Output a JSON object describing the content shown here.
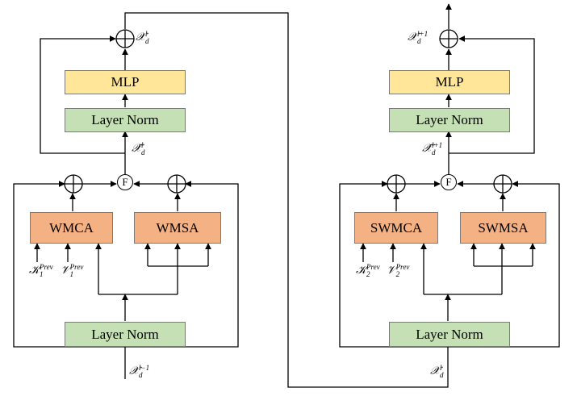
{
  "left_block": {
    "mlp": "MLP",
    "layer_norm_top": "Layer Norm",
    "attention_left": "WMCA",
    "attention_right": "WMSA",
    "layer_norm_bottom": "Layer Norm",
    "fusion": "F",
    "output_symbol": "𝒳",
    "output_sup": "l",
    "output_sub": "d",
    "hat_symbol": "𝒳̂",
    "hat_sup": "l",
    "hat_sub": "d",
    "input_symbol": "𝒳",
    "input_sup": "l−1",
    "input_sub": "d",
    "k_symbol": "𝒦",
    "k_sub": "1",
    "k_sup": "Prev",
    "v_symbol": "𝒱",
    "v_sub": "1",
    "v_sup": "Prev"
  },
  "right_block": {
    "mlp": "MLP",
    "layer_norm_top": "Layer Norm",
    "attention_left": "SWMCA",
    "attention_right": "SWMSA",
    "layer_norm_bottom": "Layer Norm",
    "fusion": "F",
    "output_symbol": "𝒳",
    "output_sup": "l+1",
    "output_sub": "d",
    "hat_symbol": "𝒳̂",
    "hat_sup": "l+1",
    "hat_sub": "d",
    "input_symbol": "𝒳",
    "input_sup": "l",
    "input_sub": "d",
    "k_symbol": "𝒦",
    "k_sub": "2",
    "k_sup": "Prev",
    "v_symbol": "𝒱",
    "v_sub": "2",
    "v_sup": "Prev"
  }
}
